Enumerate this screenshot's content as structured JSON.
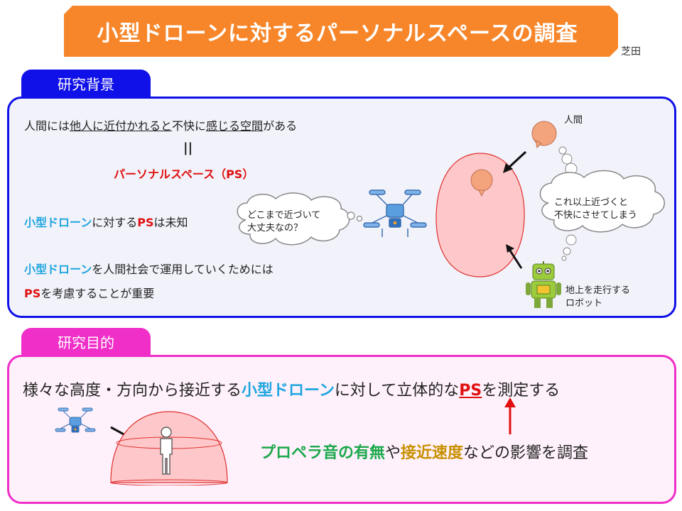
{
  "header": {
    "title": "小型ドローンに対するパーソナルスペースの調査",
    "author": "芝田"
  },
  "background": {
    "tab_label": "研究背景",
    "line1": {
      "pre": "人間には",
      "u1": "他人に近付かれると",
      "mid": "不快に",
      "u2": "感じる空間",
      "post": "がある"
    },
    "equals": "||",
    "ps_term": "パーソナルスペース（PS）",
    "line3": {
      "drone": "小型ドローン",
      "a": "に対する",
      "ps": "PS",
      "b": "は未知"
    },
    "line4": {
      "drone": "小型ドローン",
      "rest": "を人間社会で運用していくためには"
    },
    "line5": {
      "ps": "PS",
      "rest": "を考慮することが重要"
    },
    "drone_thought": [
      "どこまで近づいて",
      "大丈夫なの？"
    ],
    "human_label": "人間",
    "human_thought": [
      "これ以上近づくと",
      "不快にさせてしまう"
    ],
    "robot_label": [
      "地上を走行する",
      "ロボット"
    ]
  },
  "objective": {
    "tab_label": "研究目的",
    "line1": {
      "pre": "様々な高度・方向から接近する",
      "drone": "小型ドローン",
      "mid": "に対して立体的な",
      "ps": "PS",
      "post": "を測定する"
    },
    "line2": {
      "a": "プロペラ音の有無",
      "b": "や",
      "c": "接近速度",
      "d": "などの影響を調査"
    }
  }
}
